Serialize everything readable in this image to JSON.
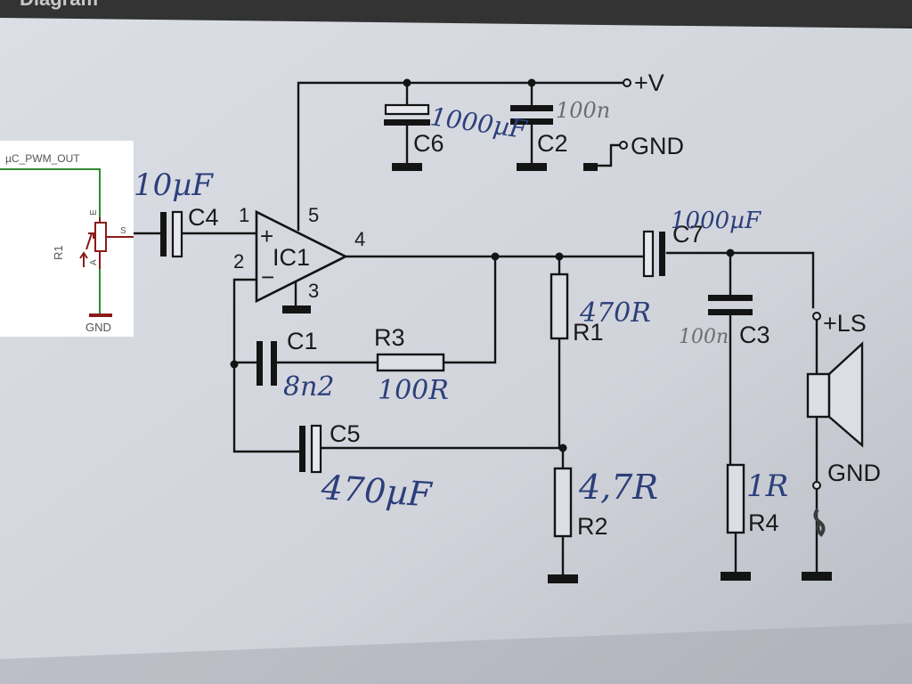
{
  "header": {
    "title": "Diagram"
  },
  "printed_labels": {
    "plus_v": "+V",
    "gnd_top": "GND",
    "c6": "C6",
    "c2": "C2",
    "c4": "C4",
    "ic1": "IC1",
    "pin1": "1",
    "pin2": "2",
    "pin3": "3",
    "pin4": "4",
    "pin5": "5",
    "plus_sign": "+",
    "minus_sign": "−",
    "c7": "C7",
    "r1": "R1",
    "c1": "C1",
    "r3": "R3",
    "c3": "C3",
    "plus_ls": "+LS",
    "c5": "C5",
    "r2": "R2",
    "r4": "R4",
    "gnd_ls": "GND"
  },
  "handwritten_values": {
    "c6": "1000µF",
    "c2": "100n",
    "c4": "10µF",
    "c7": "1000µF",
    "r1": "470R",
    "c1": "8n2",
    "r3": "100R",
    "c3": "100n",
    "c5": "470µF",
    "r2": "4,7R",
    "r4": "1R"
  },
  "inset": {
    "net_label": "µC_PWM_OUT",
    "part_name": "R1",
    "pin_e": "E",
    "pin_s": "S",
    "pin_a": "A",
    "gnd": "GND"
  },
  "colors": {
    "paper": "#d3d5dd",
    "ink": "#141414",
    "handwriting": "#2b3f7a",
    "inset_wire": "#2e8b2e",
    "inset_part": "#8b1a1a"
  }
}
